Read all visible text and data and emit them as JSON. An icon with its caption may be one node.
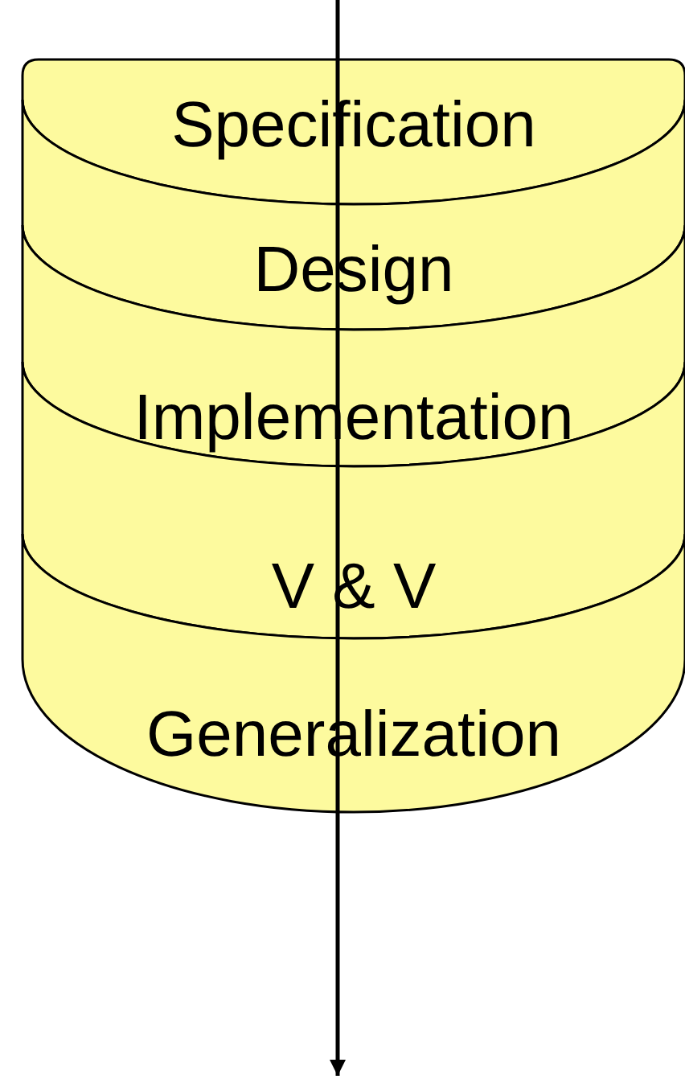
{
  "diagram": {
    "nodes": [
      {
        "text": [
          "Specification"
        ]
      },
      {
        "text": [
          "Design"
        ]
      },
      {
        "text": [
          "Implementation"
        ]
      },
      {
        "text": [
          "V & V"
        ]
      },
      {
        "text": [
          "Generalization"
        ]
      }
    ]
  }
}
